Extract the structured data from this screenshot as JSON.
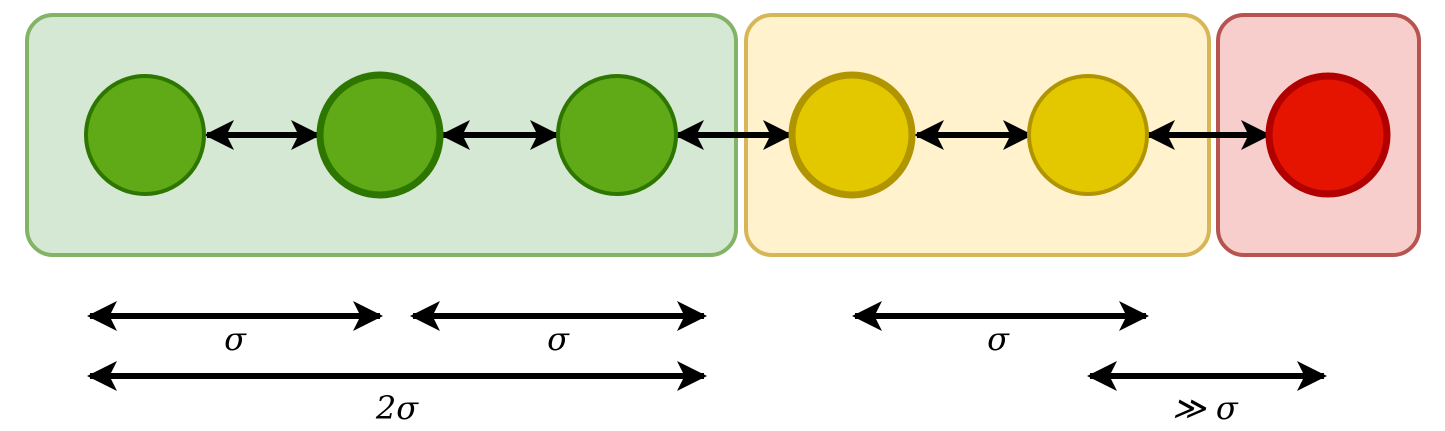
{
  "colors": {
    "group_green_fill": "#d5e8d4",
    "group_green_stroke": "#82b366",
    "group_yellow_fill": "#fff2cc",
    "group_yellow_stroke": "#d6b656",
    "group_red_fill": "#f8cecc",
    "group_red_stroke": "#b85450",
    "node_green_fill": "#60a917",
    "node_green_stroke": "#2d7600",
    "node_yellow_fill": "#e3c800",
    "node_yellow_stroke": "#b09500",
    "node_red_fill": "#e51400",
    "node_red_stroke": "#b20000",
    "arrow": "#000000"
  },
  "labels": {
    "sigma_1": "σ",
    "sigma_2": "σ",
    "two_sigma": "2σ",
    "sigma_3": "σ",
    "much_greater_sigma": "≫ σ"
  }
}
